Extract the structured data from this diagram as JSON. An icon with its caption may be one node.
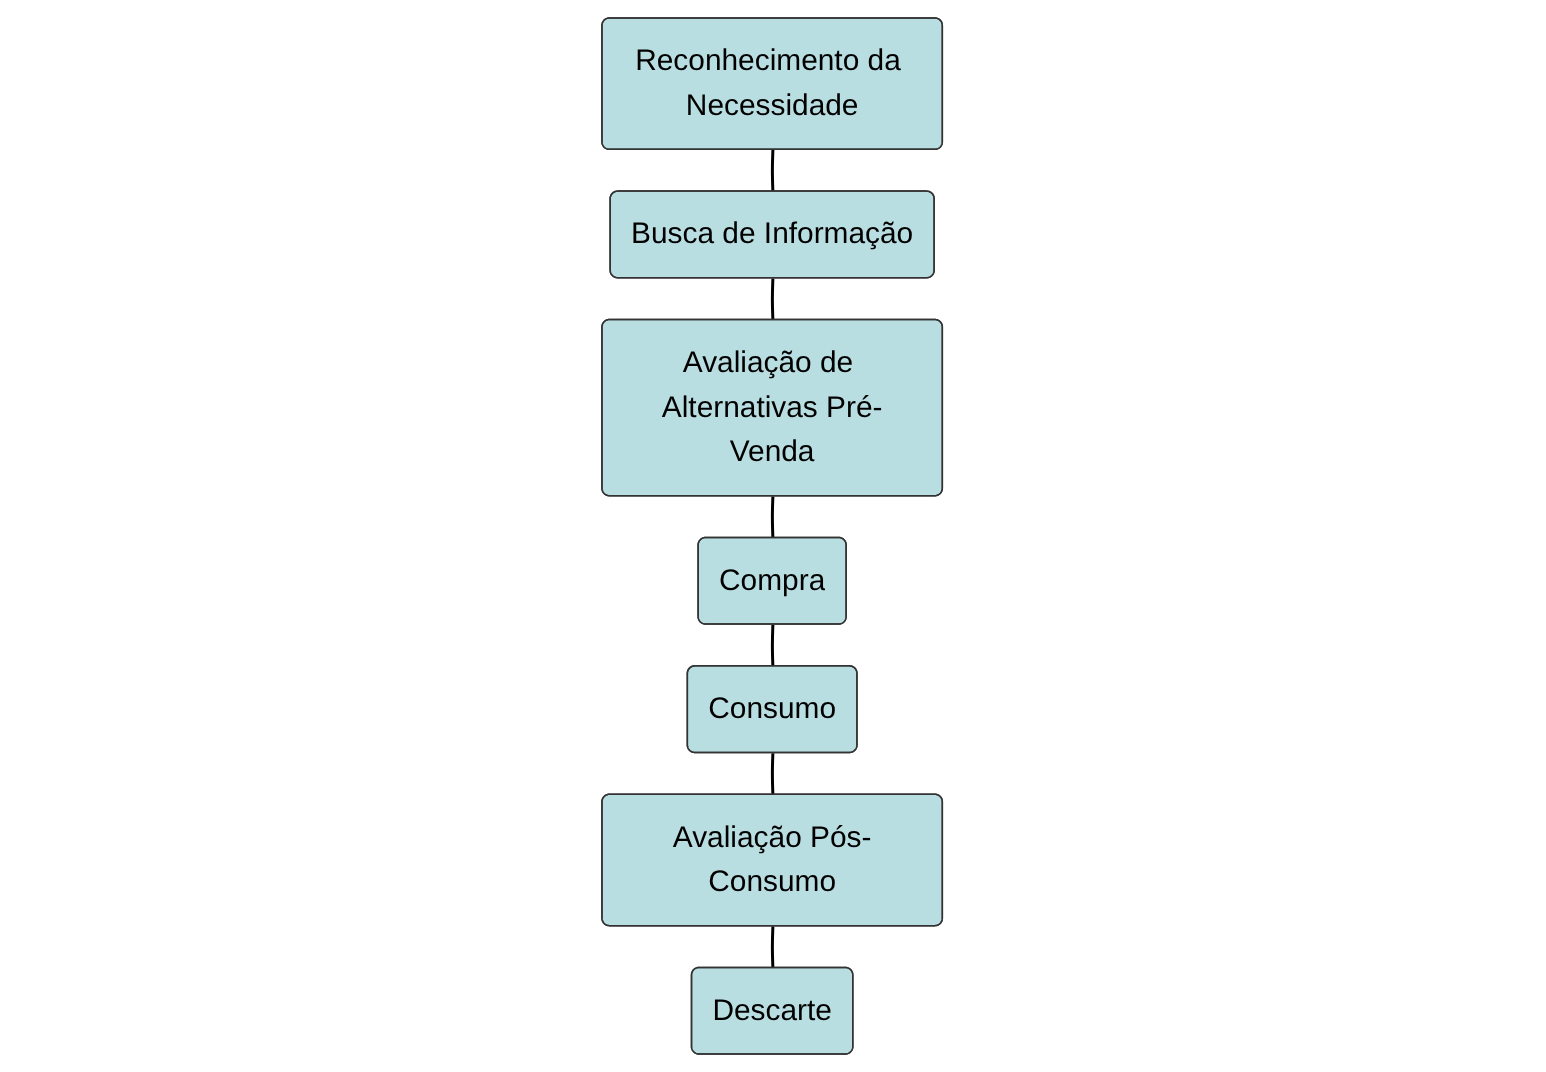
{
  "diagram": {
    "nodes": [
      {
        "text": [
          "Reconhecimento da Necessidade"
        ]
      },
      {
        "text": [
          "Busca de Informação"
        ]
      },
      {
        "text": [
          "Avaliação de Alternativas Pré-Venda"
        ]
      },
      {
        "text": [
          "Compra"
        ]
      },
      {
        "text": [
          "Consumo"
        ]
      },
      {
        "text": [
          "Avaliação Pós-Consumo"
        ]
      },
      {
        "text": [
          "Descarte"
        ]
      }
    ],
    "edges": [
      {
        "from": 0,
        "to": 1,
        "arrow": "none"
      },
      {
        "from": 1,
        "to": 2,
        "arrow": "none"
      },
      {
        "from": 2,
        "to": 3,
        "arrow": "none"
      },
      {
        "from": 3,
        "to": 4,
        "arrow": "none"
      },
      {
        "from": 4,
        "to": 5,
        "arrow": "none"
      },
      {
        "from": 5,
        "to": 6,
        "arrow": "none"
      }
    ]
  }
}
